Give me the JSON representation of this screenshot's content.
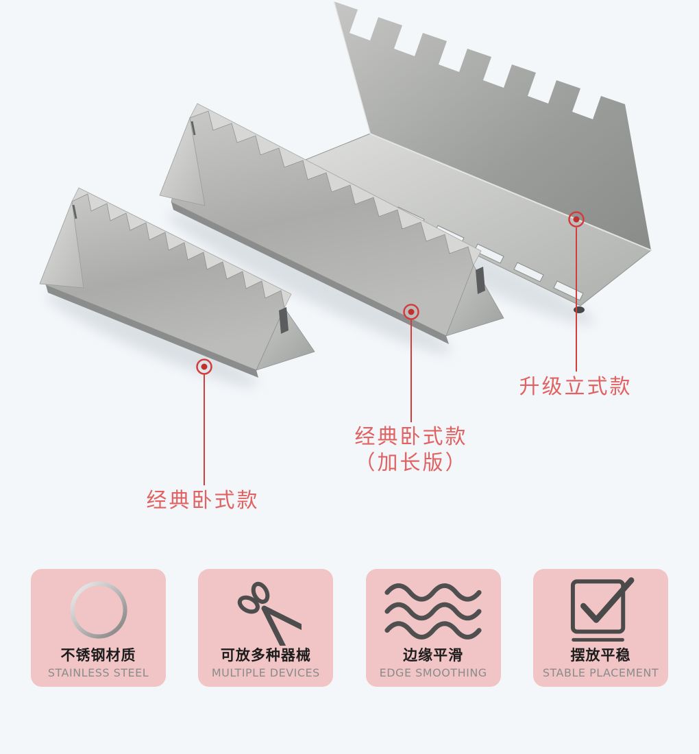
{
  "page": {
    "background_color": "#f4f7fa",
    "accent_red": "#d23c3c",
    "label_red": "#e06262",
    "steel_gray": "#aaabab",
    "feature_pink": "#f1c5c5"
  },
  "product_labels": {
    "upright": "升级立式款",
    "classic_long_line1": "经典卧式款",
    "classic_long_line2": "（加长版）",
    "classic": "经典卧式款"
  },
  "features": [
    {
      "icon": "ring-icon",
      "title_cn": "不锈钢材质",
      "title_en": "STAINLESS STEEL"
    },
    {
      "icon": "scissors-icon",
      "title_cn": "可放多种器械",
      "title_en": "MULTIPLE DEVICES"
    },
    {
      "icon": "waves-icon",
      "title_cn": "边缘平滑",
      "title_en": "EDGE SMOOTHING"
    },
    {
      "icon": "checkmark-icon",
      "title_cn": "摆放平稳",
      "title_en": "STABLE PLACEMENT"
    }
  ]
}
